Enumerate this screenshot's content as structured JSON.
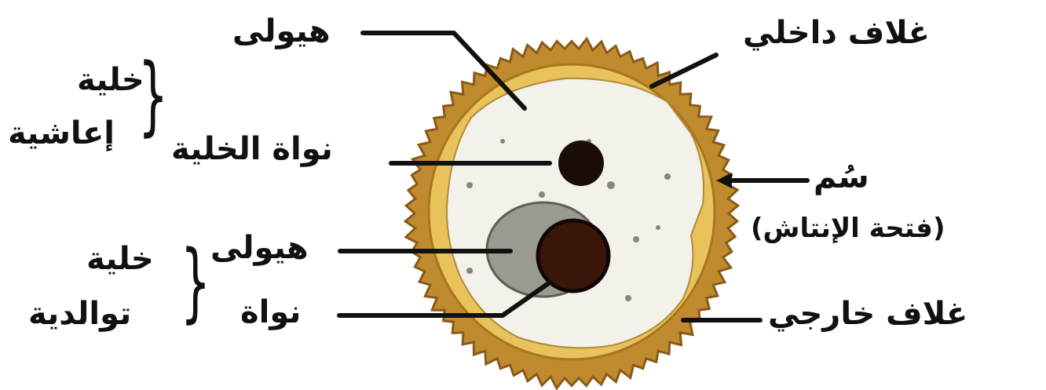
{
  "labels": {
    "cytoplasm_top": "هيولى",
    "vegetative_cell": {
      "line1": "خلية",
      "line2": "إعاشية"
    },
    "cell_nucleus": "نواة الخلية",
    "cytoplasm_bottom": "هيولى",
    "nucleus": "نواة",
    "generative_cell": {
      "line1": "خلية",
      "line2": "توالدية"
    },
    "inner_wall": "غلاف داخلي",
    "pore": "سُم",
    "pore_note": "(فتحة الإنتاش)",
    "outer_wall": "غلاف خارجي"
  },
  "colors": {
    "outer_wall": "#c08a2e",
    "outer_wall_edge": "#8a5a18",
    "inner_wall": "#f0d070",
    "cytoplasm": "#f2f1ea",
    "vegetative_nucleus": "#1a0d05",
    "generative_cell": "#9a9a8e",
    "generative_nucleus": "#3a1608",
    "line": "#111111"
  }
}
